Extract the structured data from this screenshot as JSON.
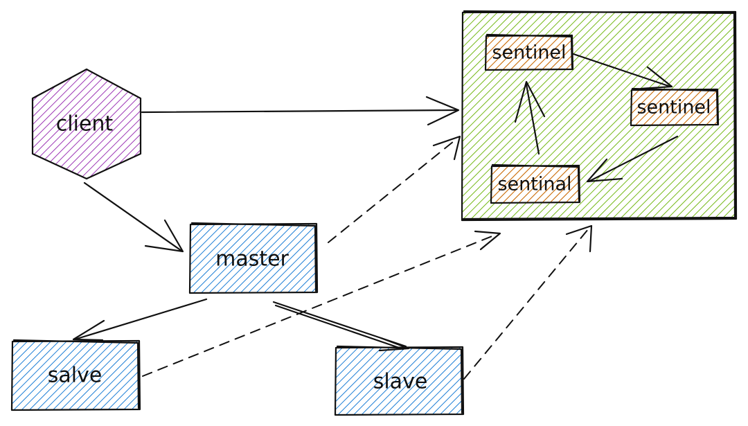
{
  "nodes": {
    "client": {
      "label": "client",
      "color": "#9c36b5",
      "shape": "hexagon"
    },
    "master": {
      "label": "master",
      "color": "#1971c2",
      "shape": "rectangle"
    },
    "salve": {
      "label": "salve",
      "color": "#1971c2",
      "shape": "rectangle"
    },
    "slave": {
      "label": "slave",
      "color": "#1971c2",
      "shape": "rectangle"
    },
    "sentinel_group": {
      "color": "#66a80f",
      "shape": "rectangle"
    },
    "sentinel_top": {
      "label": "sentinel",
      "color": "#e8590c",
      "shape": "rectangle"
    },
    "sentinel_right": {
      "label": "sentinel",
      "color": "#e8590c",
      "shape": "rectangle"
    },
    "sentinal_bottom": {
      "label": "sentinal",
      "color": "#e8590c",
      "shape": "rectangle"
    }
  },
  "edges": [
    {
      "from": "client",
      "to": "sentinel_group",
      "style": "solid"
    },
    {
      "from": "client",
      "to": "master",
      "style": "solid"
    },
    {
      "from": "master",
      "to": "salve",
      "style": "solid"
    },
    {
      "from": "master",
      "to": "slave",
      "style": "solid"
    },
    {
      "from": "master",
      "to": "sentinel_group",
      "style": "dashed"
    },
    {
      "from": "salve",
      "to": "sentinel_group",
      "style": "dashed"
    },
    {
      "from": "slave",
      "to": "sentinel_group",
      "style": "dashed"
    },
    {
      "from": "sentinel_top",
      "to": "sentinel_right",
      "style": "solid"
    },
    {
      "from": "sentinel_right",
      "to": "sentinal_bottom",
      "style": "solid"
    },
    {
      "from": "sentinal_bottom",
      "to": "sentinel_top",
      "style": "solid"
    }
  ]
}
